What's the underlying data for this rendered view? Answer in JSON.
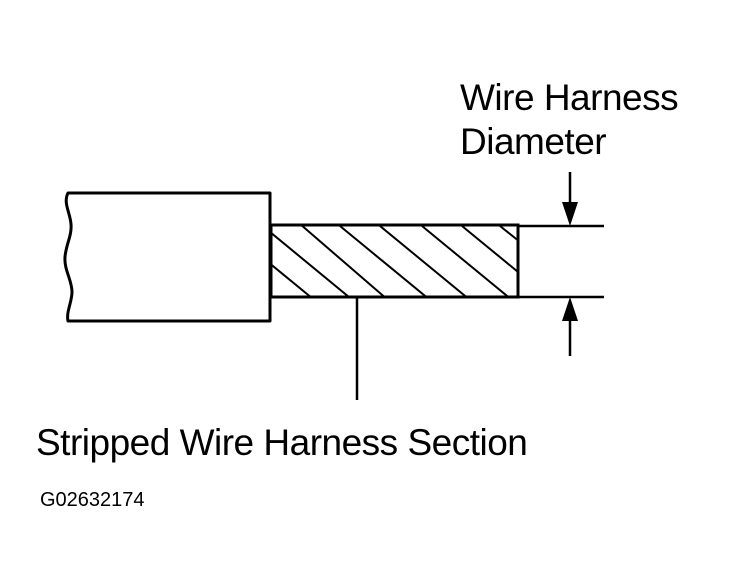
{
  "labels": {
    "diameter_line1": "Wire Harness",
    "diameter_line2": "Diameter",
    "stripped_section": "Stripped Wire Harness Section",
    "figure_id": "G02632174"
  },
  "style": {
    "ink_color": "#000000",
    "background_color": "#ffffff"
  }
}
